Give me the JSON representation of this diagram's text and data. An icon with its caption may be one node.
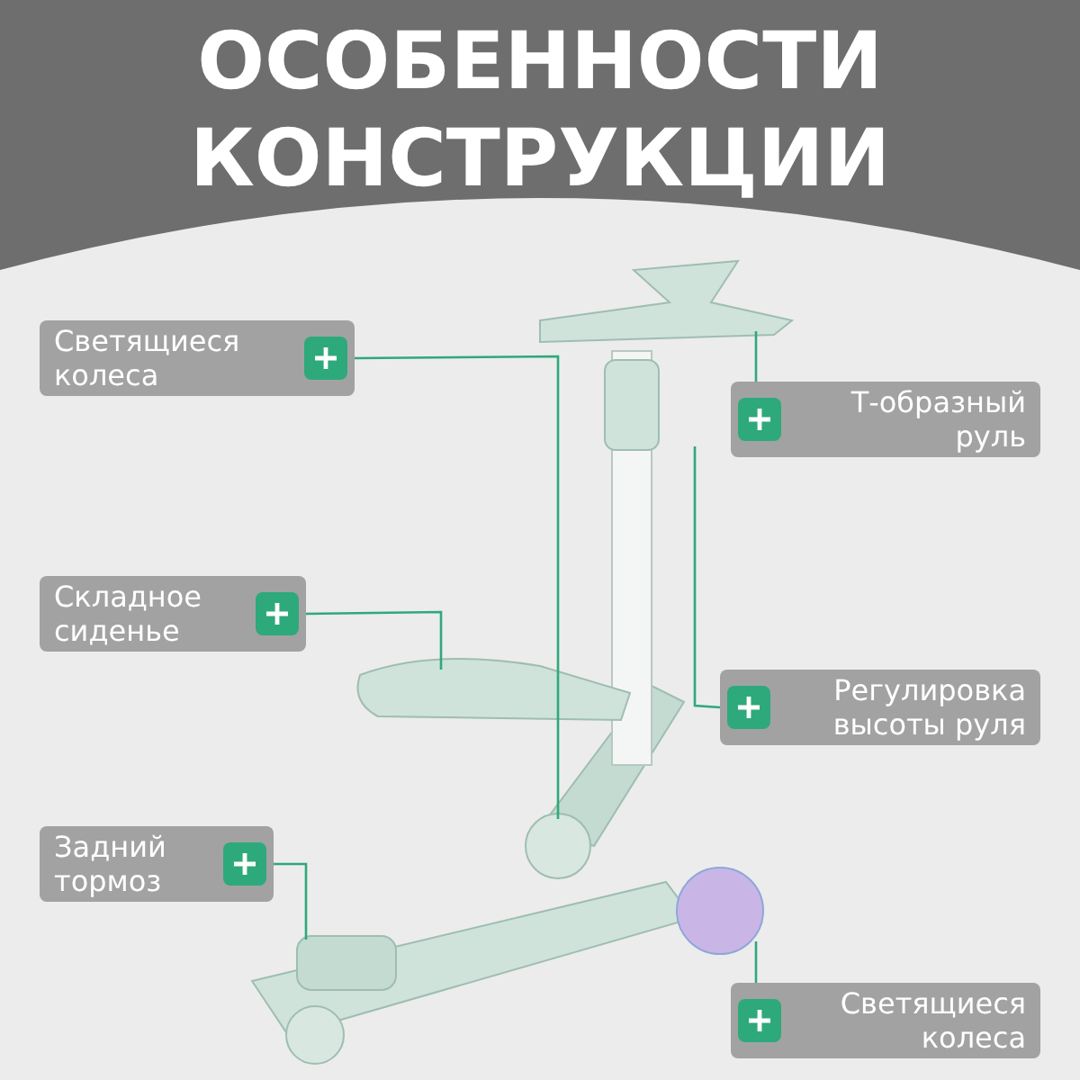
{
  "diagram": {
    "title": "ОСОБЕННОСТИ КОНСТРУКЦИИ",
    "nodes": [
      {
        "text": [
          "Светящиеся колеса"
        ]
      },
      {
        "text": [
          "Т-образный руль"
        ]
      },
      {
        "text": [
          "Складное сиденье"
        ]
      },
      {
        "text": [
          "Регулировка высоты руля"
        ]
      },
      {
        "text": [
          "Задний тормоз"
        ]
      },
      {
        "text": [
          "Светящиеся колеса"
        ]
      }
    ],
    "edges": [
      {
        "from": 0,
        "to": null,
        "arrow": "none"
      },
      {
        "from": 1,
        "to": null,
        "arrow": "none"
      },
      {
        "from": 2,
        "to": null,
        "arrow": "none"
      },
      {
        "from": 3,
        "to": null,
        "arrow": "none"
      },
      {
        "from": 4,
        "to": null,
        "arrow": "none"
      },
      {
        "from": 5,
        "to": null,
        "arrow": "none"
      }
    ]
  }
}
